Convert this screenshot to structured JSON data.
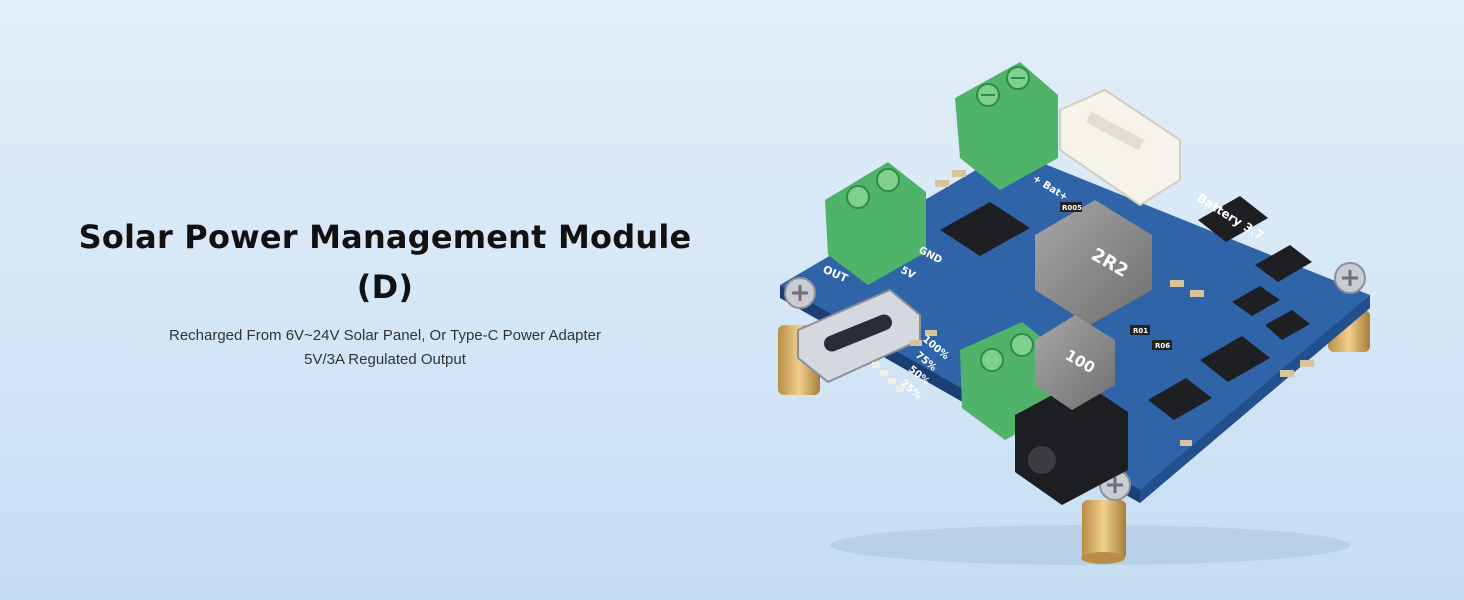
{
  "hero": {
    "title": "Solar Power Management Module (D)",
    "subtitle_lines": [
      "Recharged From 6V~24V Solar Panel, Or Type-C Power Adapter",
      "5V/3A Regulated Output"
    ]
  },
  "board_silkscreen": {
    "battery_label": "Battery 3.7",
    "bat_plus": "+ Bat+",
    "out_label": "OUT",
    "gnd_label": "GND",
    "five_v_label": "5V",
    "inductor_top": "2R2",
    "inductor_bottom": "100",
    "resistor_r005": "R005",
    "resistor_r01": "R01",
    "resistor_r06": "R06",
    "level_100": "100%",
    "level_75": "75%",
    "level_50": "50%",
    "level_25": "25%"
  },
  "colors": {
    "background_top": "#e3eef8",
    "background_bottom": "#c4dcf2",
    "pcb_blue": "#2f64a8",
    "terminal_green": "#4fb46a",
    "standoff_brass": "#d8b36a"
  }
}
